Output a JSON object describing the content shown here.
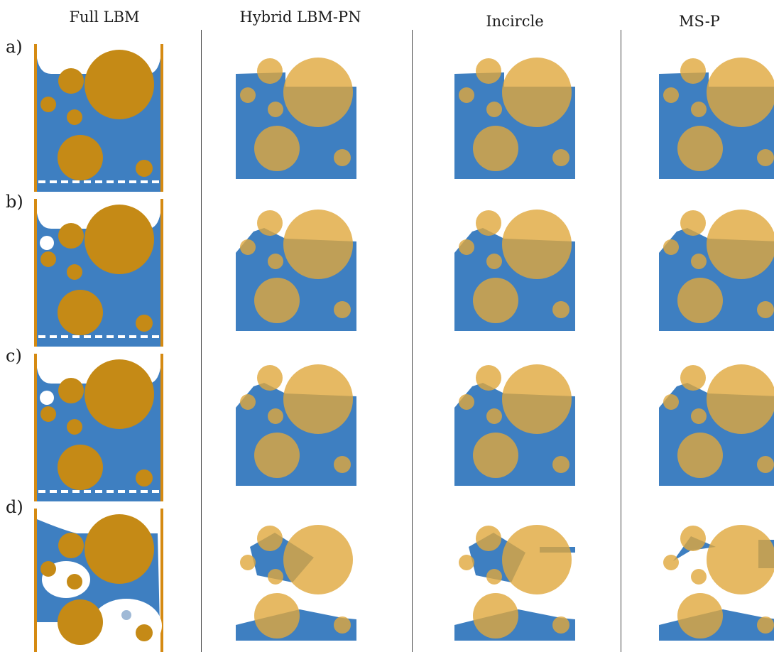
{
  "columns": [
    {
      "key": "full",
      "title": "Full LBM"
    },
    {
      "key": "hybrid",
      "title": "Hybrid LBM-PN"
    },
    {
      "key": "incircle",
      "title": "Incircle"
    },
    {
      "key": "msp",
      "title": "MS-P"
    }
  ],
  "rows": [
    "a)",
    "b)",
    "c)",
    "d)"
  ],
  "colors": {
    "water": "#3e7fc1",
    "grain_solid": "#c58a16",
    "grain_translucent": "#e0a83c",
    "wall": "#d58a12",
    "trapped_bubble": "#9fb9d6"
  },
  "panels": [
    {
      "row": "a)",
      "column": "Full LBM",
      "icon": "full-lbm-panel"
    },
    {
      "row": "a)",
      "column": "Hybrid LBM-PN",
      "icon": "pore-network-panel"
    },
    {
      "row": "a)",
      "column": "Incircle",
      "icon": "pore-network-panel"
    },
    {
      "row": "a)",
      "column": "MS-P",
      "icon": "pore-network-panel"
    }
  ]
}
